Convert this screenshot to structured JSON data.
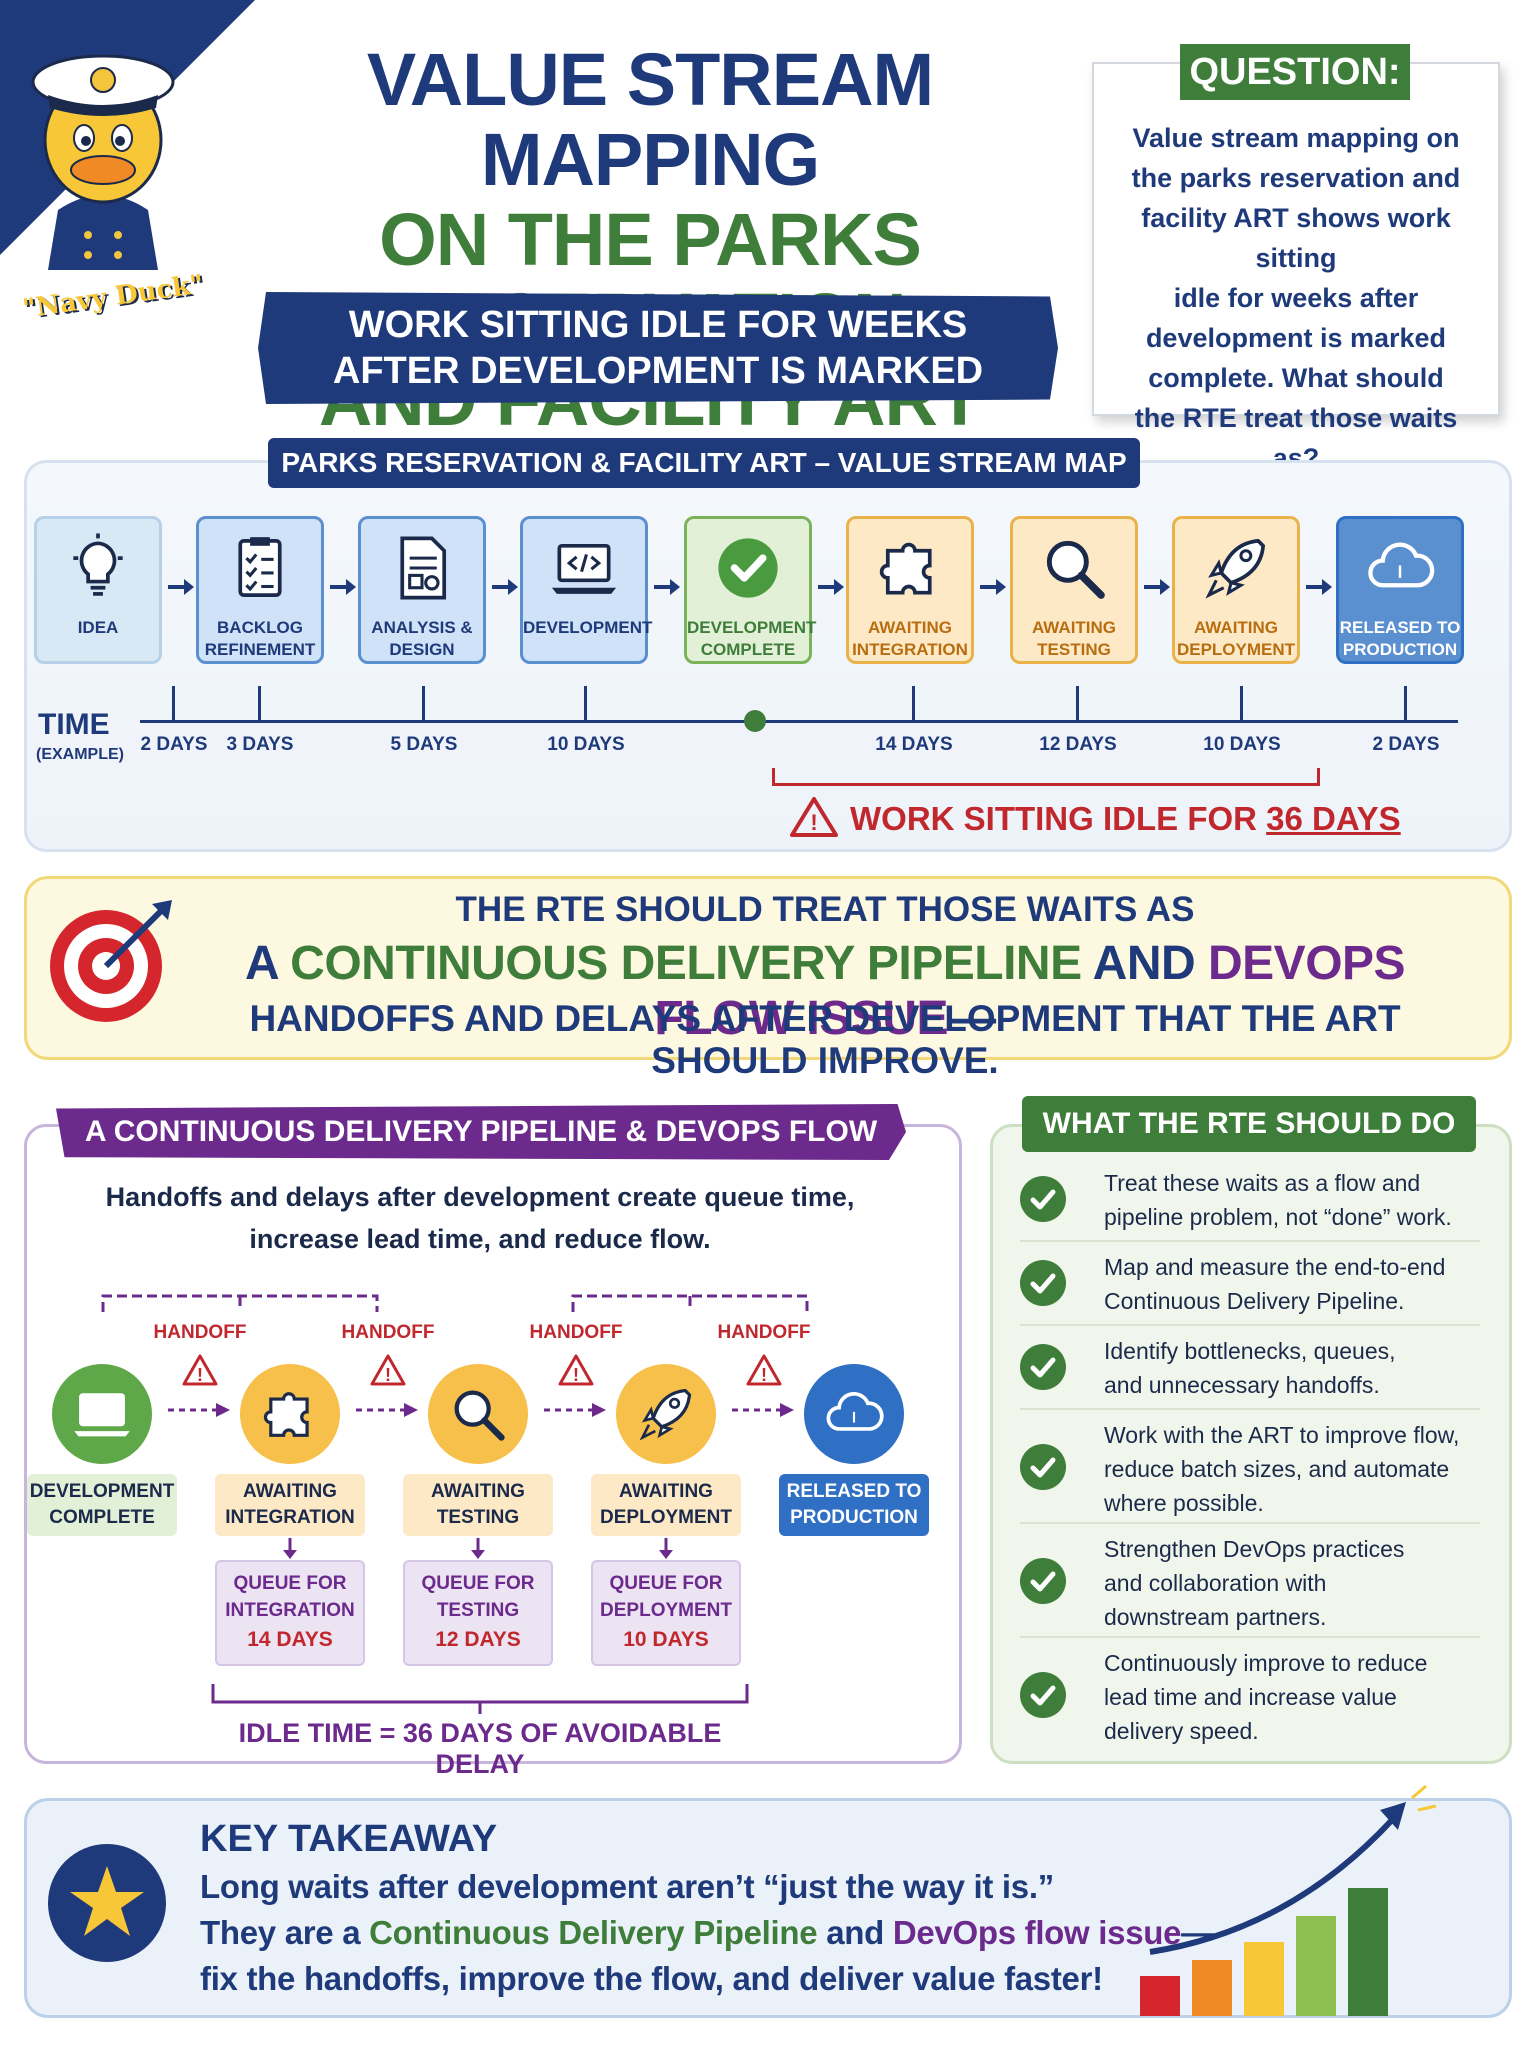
{
  "mascot": {
    "caption": "\"Navy Duck\""
  },
  "header": {
    "title_line1": "VALUE STREAM MAPPING",
    "title_line2": "ON THE PARKS RESERVATION",
    "title_line3": "AND FACILITY ART",
    "subtitle_line1": "WORK SITTING IDLE FOR WEEKS",
    "subtitle_line2": "AFTER DEVELOPMENT IS MARKED COMPLETE."
  },
  "question": {
    "label": "QUESTION:",
    "lines": [
      "Value stream mapping on",
      "the parks reservation and",
      "facility ART shows work sitting",
      "idle for weeks after",
      "development is marked",
      "complete. What should",
      "the RTE treat those waits as?"
    ]
  },
  "vsm": {
    "title": "PARKS RESERVATION & FACILITY ART – VALUE STREAM MAP",
    "time_label": "TIME",
    "time_sub": "(EXAMPLE)",
    "steps": [
      {
        "line1": "IDEA",
        "line2": "",
        "icon": "lightbulb-icon",
        "color": "#d9e8f5"
      },
      {
        "line1": "BACKLOG",
        "line2": "REFINEMENT",
        "icon": "checklist-icon",
        "color": "#cfe2f7"
      },
      {
        "line1": "ANALYSIS &",
        "line2": "DESIGN",
        "icon": "document-icon",
        "color": "#cfe2f7"
      },
      {
        "line1": "DEVELOPMENT",
        "line2": "",
        "icon": "laptop-code-icon",
        "color": "#cfe2f7"
      },
      {
        "line1": "DEVELOPMENT",
        "line2": "COMPLETE",
        "icon": "check-circle-icon",
        "color": "#e3f0d8"
      },
      {
        "line1": "AWAITING",
        "line2": "INTEGRATION",
        "icon": "puzzle-icon",
        "color": "#fde9c6"
      },
      {
        "line1": "AWAITING",
        "line2": "TESTING",
        "icon": "magnifier-icon",
        "color": "#fde9c6"
      },
      {
        "line1": "AWAITING",
        "line2": "DEPLOYMENT",
        "icon": "rocket-icon",
        "color": "#fde9c6"
      },
      {
        "line1": "RELEASED TO",
        "line2": "PRODUCTION",
        "icon": "cloud-icon",
        "color": "#5a8fd0"
      }
    ],
    "durations": [
      "2 DAYS",
      "3 DAYS",
      "5 DAYS",
      "10 DAYS",
      "14 DAYS",
      "12 DAYS",
      "10 DAYS",
      "2 DAYS"
    ],
    "idle_prefix": "WORK SITTING IDLE FOR ",
    "idle_days": "36 DAYS"
  },
  "rte": {
    "line1": "THE RTE SHOULD TREAT THOSE WAITS AS",
    "line2_a": "A ",
    "line2_green": "CONTINUOUS DELIVERY PIPELINE",
    "line2_b": " AND ",
    "line2_purple": "DEVOPS FLOW ISSUE",
    "line2_c": "—",
    "line3": "HANDOFFS AND DELAYS AFTER DEVELOPMENT THAT THE ART SHOULD IMPROVE."
  },
  "cd": {
    "title": "A CONTINUOUS DELIVERY PIPELINE & DEVOPS FLOW ISSUE",
    "desc_line1": "Handoffs and delays after development create queue time,",
    "desc_line2": "increase lead time, and reduce flow.",
    "handoff_label": "HANDOFF",
    "nodes": [
      {
        "line1": "DEVELOPMENT",
        "line2": "COMPLETE",
        "icon": "laptop-code-icon"
      },
      {
        "line1": "AWAITING",
        "line2": "INTEGRATION",
        "icon": "puzzle-icon"
      },
      {
        "line1": "AWAITING",
        "line2": "TESTING",
        "icon": "magnifier-icon"
      },
      {
        "line1": "AWAITING",
        "line2": "DEPLOYMENT",
        "icon": "rocket-icon"
      },
      {
        "line1": "RELEASED TO",
        "line2": "PRODUCTION",
        "icon": "cloud-icon"
      }
    ],
    "queues": [
      {
        "line1": "QUEUE FOR",
        "line2": "INTEGRATION",
        "days": "14 DAYS"
      },
      {
        "line1": "QUEUE FOR",
        "line2": "TESTING",
        "days": "12 DAYS"
      },
      {
        "line1": "QUEUE FOR",
        "line2": "DEPLOYMENT",
        "days": "10 DAYS"
      }
    ],
    "idle_total": "IDLE TIME = 36 DAYS OF AVOIDABLE DELAY"
  },
  "rte_do": {
    "title": "WHAT THE RTE SHOULD DO",
    "items": [
      {
        "line1": "Treat these waits as a flow and",
        "line2": "pipeline problem, not “done” work.",
        "line3": ""
      },
      {
        "line1": "Map and measure the end-to-end",
        "line2": "Continuous Delivery Pipeline.",
        "line3": ""
      },
      {
        "line1": "Identify bottlenecks, queues,",
        "line2": "and unnecessary handoffs.",
        "line3": ""
      },
      {
        "line1": "Work with the ART to improve flow,",
        "line2": "reduce batch sizes, and automate",
        "line3": "where possible."
      },
      {
        "line1": "Strengthen DevOps practices",
        "line2": "and collaboration with",
        "line3": "downstream partners."
      },
      {
        "line1": "Continuously improve to reduce",
        "line2": "lead time and increase value",
        "line3": "delivery speed."
      }
    ]
  },
  "takeaway": {
    "title": "KEY TAKEAWAY",
    "line1": "Long waits after development aren’t “just the way it is.”",
    "line2_a": "They are a ",
    "line2_green": "Continuous Delivery Pipeline",
    "line2_b": " and ",
    "line2_purple": "DevOps flow issue",
    "line2_c": "—",
    "line3": "fix the handoffs, improve the flow, and deliver value faster!"
  },
  "colors": {
    "navy": "#1f3a7a",
    "green": "#3f7d3a",
    "purple": "#6b2a8c",
    "red": "#c0282d",
    "orange": "#f2a93b",
    "blue": "#2f6fc4"
  }
}
